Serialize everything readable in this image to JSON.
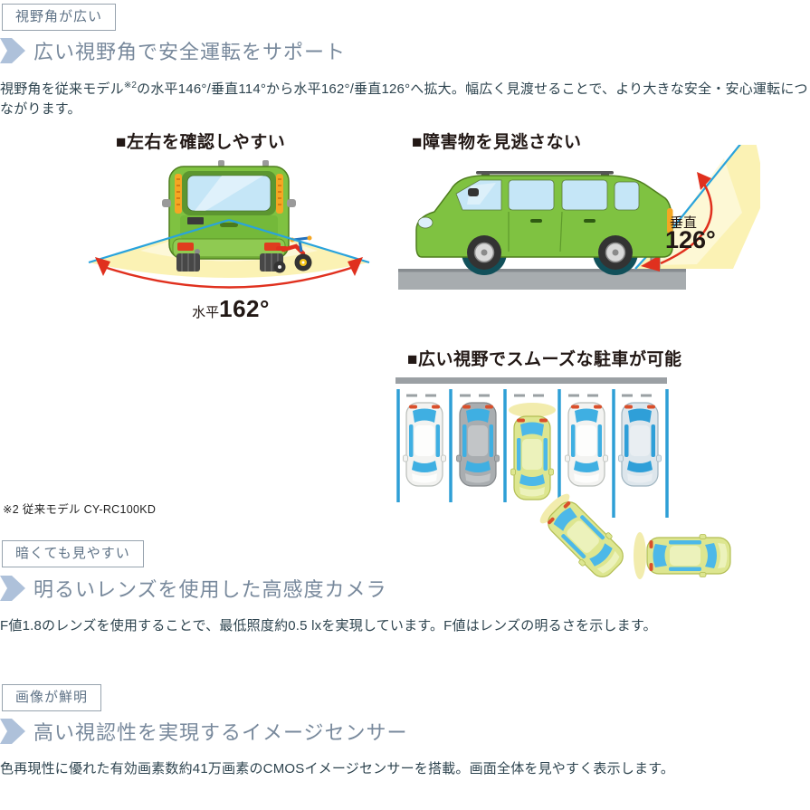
{
  "wide_angle": {
    "badge": "視野角が広い",
    "heading": "広い視野角で安全運転をサポート",
    "paragraph": {
      "part1": "視野角を従来モデル",
      "sup": "※2",
      "part2": "の水平146°/垂直114°から水平162°/垂直126°へ拡大。幅広く見渡せることで、より大きな安全・安心運転につながります。"
    },
    "figures": {
      "horizontal": {
        "title": "■左右を確認しやすい",
        "angle_name": "水平",
        "angle_value": "162°"
      },
      "vertical": {
        "title": "■障害物を見逃さない",
        "angle_name": "垂直",
        "angle_value": "126°"
      },
      "parking": {
        "title": "■広い視野でスムーズな駐車が可能"
      }
    },
    "footnote": "※2 従来モデル CY-RC100KD"
  },
  "low_light": {
    "badge": "暗くても見やすい",
    "heading": "明るいレンズを使用した高感度カメラ",
    "paragraph": "F値1.8のレンズを使用することで、最低照度約0.5 lxを実現しています。F値はレンズの明るさを示します。"
  },
  "clear_image": {
    "badge": "画像が鮮明",
    "heading": "高い視認性を実現するイメージセンサー",
    "paragraph": "色再現性に優れた有効画素数約41万画素のCMOSイメージセンサーを搭載。画面全体を見やすく表示します。"
  },
  "colors": {
    "heading_text": "#78899c",
    "heading_arrow": "#aec1da",
    "body_text": "#2e444f",
    "badge_text": "#5e7286",
    "badge_border": "#97a3ae",
    "figure_title": "#221815",
    "car_green": "#7fc241",
    "cone_yellow": "#fbf2b4",
    "fov_line_blue": "#29a3dc",
    "arrow_red": "#e0301e",
    "parking_line_blue": "#2e9fd6",
    "ground_gray": "#a7acaf"
  }
}
